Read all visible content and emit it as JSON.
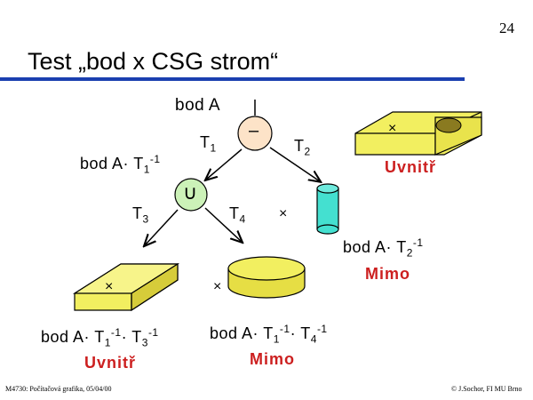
{
  "page_number": "24",
  "title": "Test „bod x CSG strom“",
  "root_label": "bod A",
  "root_op": "–",
  "left_op": "∪",
  "edges": {
    "t1": "T",
    "t1_sub": "1",
    "t2": "T",
    "t2_sub": "2",
    "t3": "T",
    "t3_sub": "3",
    "t4": "T",
    "t4_sub": "4"
  },
  "node_left_label": {
    "main": "bod A· T",
    "sub": "1",
    "sup": "-1"
  },
  "right_top": {
    "result": "Uvnitř",
    "mark": "×"
  },
  "right_mid": {
    "main": "bod A· T",
    "sub": "2",
    "sup": "-1",
    "result": "Mimo",
    "mark": "×"
  },
  "bottom_left": {
    "main": "bod A· T",
    "sub1": "1",
    "sup1": "-1",
    "mid": "· T",
    "sub2": "3",
    "sup2": "-1",
    "result": "Uvnitř",
    "mark": "×"
  },
  "bottom_mid": {
    "main": "bod A· T",
    "sub1": "1",
    "sup1": "-1",
    "mid": "· T",
    "sub2": "4",
    "sup2": "-1",
    "result": "Mimo",
    "mark": "×"
  },
  "footer_left": "M4730: Počítačová grafika, 05/04/00",
  "footer_right": "© J.Sochor, FI MU Brno",
  "colors": {
    "title_rule": "#1a3fb0",
    "solid_fill": "#f2ef60",
    "solid_dark": "#d6cc3a",
    "cylinder": "#44e0d0",
    "union_node": "#ccf2b8",
    "diff_node": "#fde3c8",
    "hole": "#8a7a20",
    "result_red": "#cc1f1f"
  }
}
